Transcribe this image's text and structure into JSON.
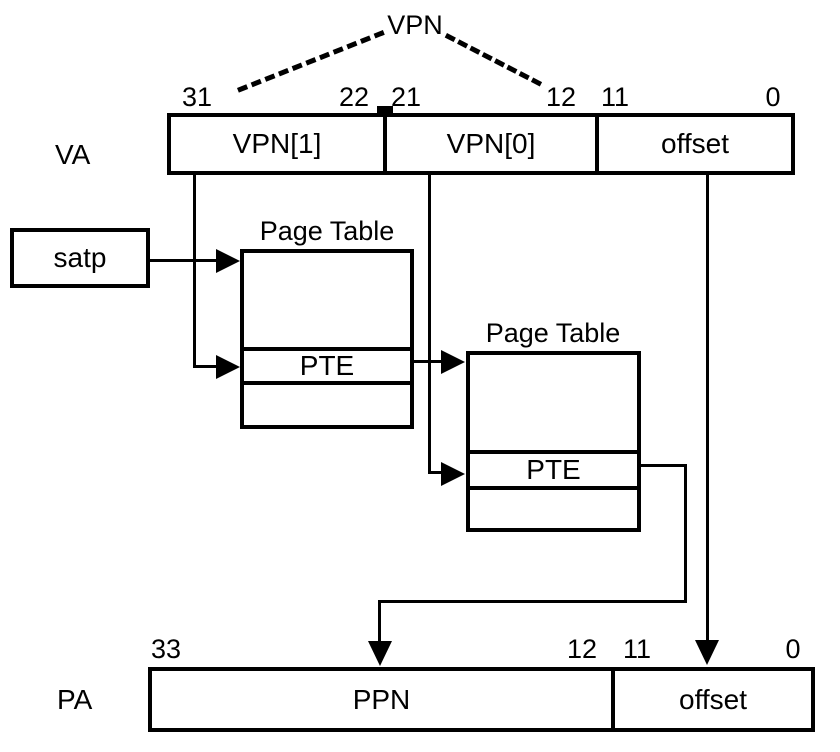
{
  "brace_label": "VPN",
  "va_register": {
    "name_label": "VA",
    "bit_labels": [
      "31",
      "22",
      "21",
      "12",
      "11",
      "0"
    ],
    "fields": [
      "VPN[1]",
      "VPN[0]",
      "offset"
    ]
  },
  "satp_register": {
    "label": "satp"
  },
  "first_level_table": {
    "title": "Page Table",
    "entry_label": "PTE"
  },
  "second_level_table": {
    "title": "Page Table",
    "entry_label": "PTE"
  },
  "pa_register": {
    "name_label": "PA",
    "bit_labels": [
      "33",
      "12",
      "11",
      "0"
    ],
    "fields": [
      "PPN",
      "offset"
    ]
  },
  "colors": {
    "line": "#000000",
    "background": "#ffffff",
    "text": "#000000"
  }
}
